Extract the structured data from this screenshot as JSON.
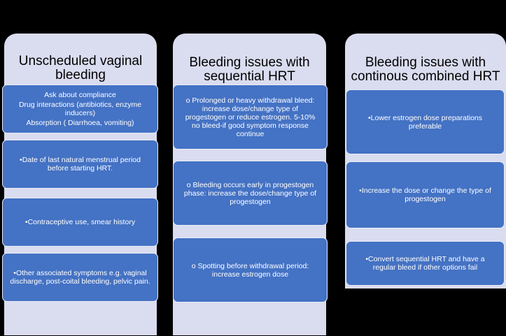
{
  "columns": [
    {
      "title": "Unscheduled vaginal\nbleeding",
      "boxes": [
        {
          "lines": [
            "Ask about compliance",
            "Drug interactions (antibiotics, enzyme inducers)",
            "Absorption ( Diarrhoea, vomiting)"
          ]
        },
        {
          "lines": [
            "•Date of last natural menstrual period before starting HRT."
          ]
        },
        {
          "lines": [
            "•Contraceptive use, smear history"
          ]
        },
        {
          "lines": [
            "•Other associated symptoms e.g. vaginal discharge, post-coital bleeding, pelvic pain."
          ]
        }
      ]
    },
    {
      "title": "Bleeding issues with\nsequential HRT",
      "boxes": [
        {
          "lines": [
            "o Prolonged or heavy withdrawal bleed: increase dose/change type of progestogen or reduce estrogen. 5-10% no bleed-if good symptom response continue"
          ]
        },
        {
          "lines": [
            "o Bleeding occurs early in progestogen phase: increase the dose/change type of progestogen"
          ]
        },
        {
          "lines": [
            "o Spotting before withdrawal period: increase estrogen dose"
          ]
        }
      ]
    },
    {
      "title": "Bleeding issues with\ncontinous combined HRT",
      "boxes": [
        {
          "lines": [
            "•Lower estrogen dose preparations preferable"
          ]
        },
        {
          "lines": [
            "•Increase the dose or change the type of progestogen"
          ]
        },
        {
          "lines": [
            "•Convert sequential HRT and have a regular bleed if other options fail"
          ]
        }
      ]
    }
  ],
  "colors": {
    "background": "#000000",
    "header": "#dadcef",
    "box": "#4472c4",
    "box_border": "#e8ecf7"
  }
}
